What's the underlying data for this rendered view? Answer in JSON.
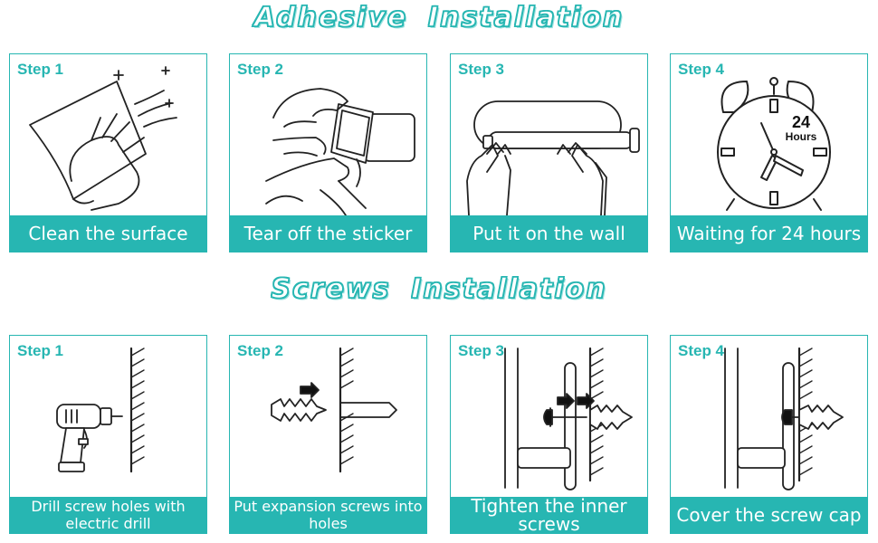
{
  "sections": {
    "adhesive": {
      "title_first": "Adhesive",
      "title_second": "Installation"
    },
    "screws": {
      "title_first": "Screws",
      "title_second": "Installation"
    }
  },
  "adhesive_steps": [
    {
      "step": "Step 1",
      "caption": "Clean the surface",
      "icon": "cloth-wipe-icon"
    },
    {
      "step": "Step 2",
      "caption": "Tear off the sticker",
      "icon": "peel-sticker-icon"
    },
    {
      "step": "Step 3",
      "caption": "Put it on the wall",
      "icon": "press-holder-icon"
    },
    {
      "step": "Step 4",
      "caption": "Waiting for 24 hours",
      "icon": "alarm-clock-icon",
      "clock_hours": "24",
      "clock_unit": "Hours"
    }
  ],
  "screw_steps": [
    {
      "step": "Step 1",
      "caption": "Drill screw holes with electric drill",
      "icon": "electric-drill-icon"
    },
    {
      "step": "Step 2",
      "caption": "Put expansion screws into holes",
      "icon": "expansion-screw-icon"
    },
    {
      "step": "Step 3",
      "caption": "Tighten the inner screws",
      "icon": "tighten-screw-icon"
    },
    {
      "step": "Step 4",
      "caption": "Cover the screw cap",
      "icon": "screw-cap-icon"
    }
  ],
  "colors": {
    "accent": "#27b6b2",
    "line": "#222222"
  }
}
